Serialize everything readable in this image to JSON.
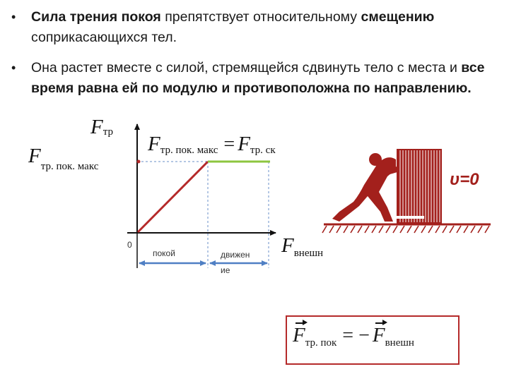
{
  "bullets": [
    {
      "marker": "•",
      "term": "Сила трения покоя",
      "rest1": " препятствует относительному ",
      "term2": "смещению",
      "rest2": " соприкасающихся тел."
    },
    {
      "marker": "•",
      "plain": "Она растет вместе с силой, стремящейся сдвинуть тело с места и ",
      "bold": "все время равна ей по модулю и противоположна по направлению."
    }
  ],
  "graph": {
    "y_axis_symbol": "F",
    "y_axis_sub": "тр",
    "y_tick_symbol": "F",
    "y_tick_sub": "тр. пок. макс",
    "eq_left_symbol": "F",
    "eq_left_sub": "тр. пок. макс",
    "eq_sign": "=",
    "eq_right_symbol": "F",
    "eq_right_sub": "тр. ск",
    "x_axis_symbol": "F",
    "x_axis_sub": "внешн",
    "origin": "0",
    "region_rest": "покой",
    "region_motion_line1": "движен",
    "region_motion_line2": "ие",
    "colors": {
      "rise": "#b52a2a",
      "flat": "#8dc63f",
      "guide": "#6a8fc9",
      "arrow": "#4f7fc4"
    }
  },
  "illustration": {
    "label": "υ=0",
    "figure": "man-pushing-crate",
    "color": "#a3201c"
  },
  "formula": {
    "lhs_symbol": "F",
    "lhs_sub": "тр. пок",
    "sign": "= −",
    "rhs_symbol": "F",
    "rhs_sub": "внешн",
    "border_color": "#b52a2a"
  }
}
